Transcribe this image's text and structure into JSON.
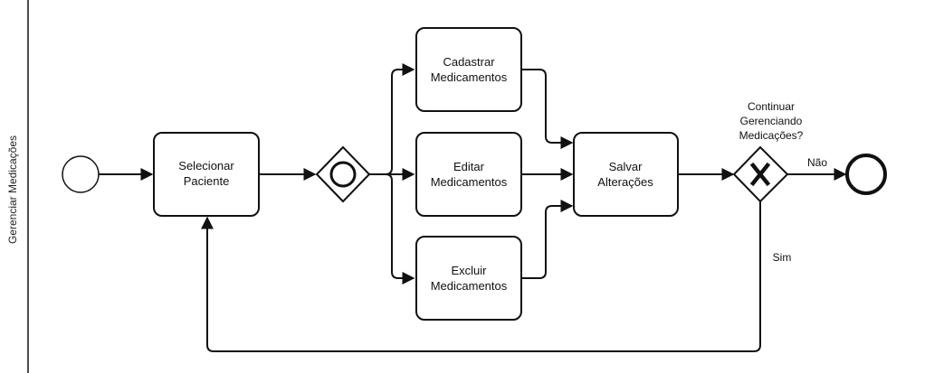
{
  "lane": {
    "label": "Gerenciar Medicações"
  },
  "tasks": {
    "select_patient": [
      "Selecionar",
      "Paciente"
    ],
    "register": [
      "Cadastrar",
      "Medicamentos"
    ],
    "edit": [
      "Editar",
      "Medicamentos"
    ],
    "delete": [
      "Excluir",
      "Medicamentos"
    ],
    "save": [
      "Salvar",
      "Alterações"
    ]
  },
  "gateway": {
    "question": [
      "Continuar",
      "Gerenciando",
      "Medicações?"
    ],
    "no_label": "Não",
    "yes_label": "Sim"
  },
  "colors": {
    "stroke": "#111111",
    "background": "#ffffff"
  }
}
